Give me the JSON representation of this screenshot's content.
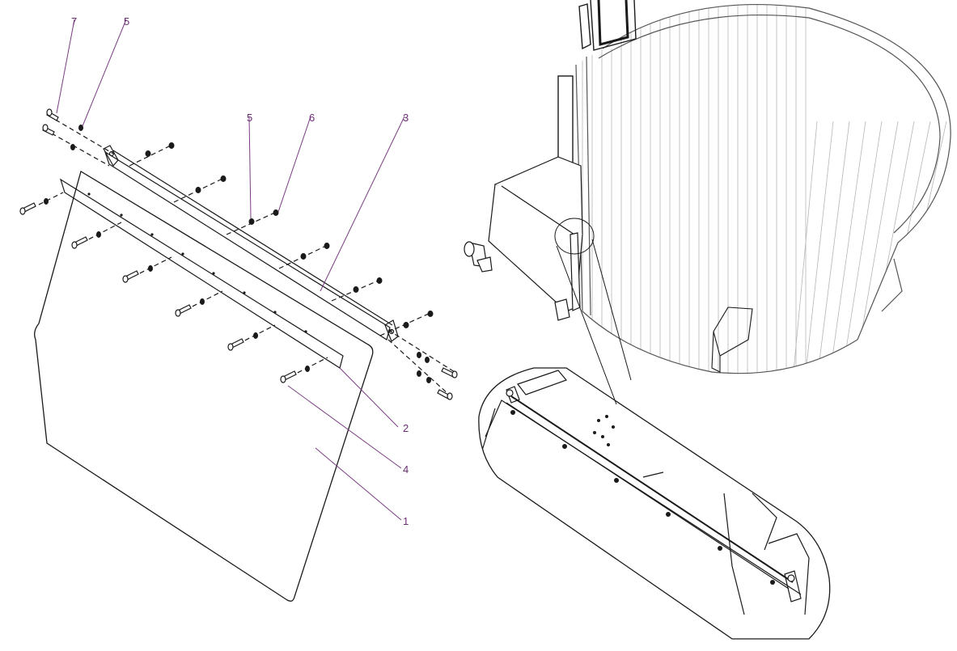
{
  "colors": {
    "line": "#1a1a1a",
    "leader": "#7a3d82",
    "callout_text": "#6b2d73",
    "hatch": "#b5b5b5"
  },
  "callouts": {
    "flap": "1",
    "lower_strip": "2",
    "upper_bar": "3",
    "bolt_long": "4",
    "washer_left": "5",
    "washer_mid": "5",
    "nut": "6",
    "bolt_short": "7"
  }
}
